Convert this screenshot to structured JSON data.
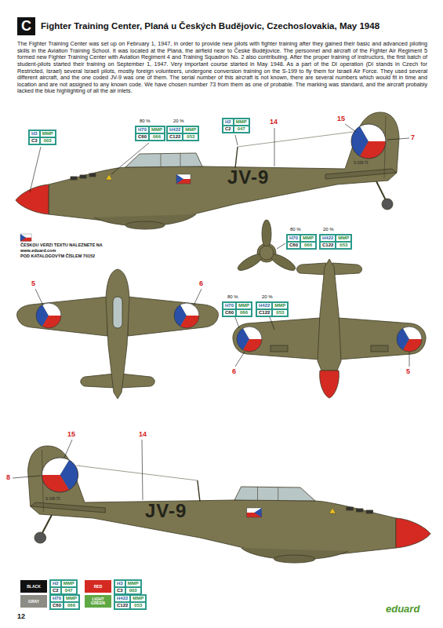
{
  "diagram": {
    "title": "Fighter Training Center, Planá u Českých Budějovic, Czechoslovakia, May 1948",
    "nodes": [
      {
        "text": [
          "C"
        ]
      },
      {
        "text": [
          "H3",
          "MMP",
          "C3",
          "003"
        ]
      },
      {
        "text": [
          "H2",
          "MMP",
          "C2",
          "047"
        ]
      },
      {
        "text": [
          "H70",
          "MMP",
          "C60",
          "066"
        ]
      },
      {
        "text": [
          "H422",
          "MMP",
          "C122",
          "053"
        ]
      },
      {
        "text": [
          "H70",
          "MMP",
          "C60",
          "066"
        ]
      },
      {
        "text": [
          "H422",
          "MMP",
          "C122",
          "053"
        ]
      },
      {
        "text": [
          "H70",
          "MMP",
          "C60",
          "066"
        ]
      },
      {
        "text": [
          "H422",
          "MMP",
          "C122",
          "053"
        ]
      },
      {
        "text": [
          "H2",
          "MMP",
          "C2",
          "047"
        ]
      },
      {
        "text": [
          "H3",
          "MMP",
          "C3",
          "003"
        ]
      },
      {
        "text": [
          "H70",
          "MMP",
          "C60",
          "066"
        ]
      },
      {
        "text": [
          "H422",
          "MMP",
          "C122",
          "053"
        ]
      }
    ],
    "labels": [
      "The Fighter Training Center was set up on February 1, 1947, in order to provide new pilots with fighter training after they gained their basic and advanced piloting skills in the Aviation Training School. It was located at the Planá, the airfield near to České Budějovice. The personnel and aircraft of the Fighter Air Regiment 5 formed new Fighter Training Center with Aviation Regiment 4 and Training Squadron No. 2 also contributing. After the proper training of instructors, the first batch of student-pilots started their training on September 1, 1947. Very important course started in May 1948. As a part of the DI operation (DI stands in Czech for Restricted, Israel) several Israeli pilots, mostly foreign volunteers, undergone conversion training on the S-199 to fly them for Israeli Air Force. They used several different aircraft, and the one coded JV-9 was one of them. The serial number of this aircraft is not known, there are several numbers which would fit in time and location and are not assigned to any known code. We have chosen number 73 from them as one of probable. The marking was standard, and the aircraft probably lacked the blue highlighting of all the air inlets.",
      "14",
      "15",
      "7",
      "80 %",
      "20 %",
      "JV-9",
      "S-199-73",
      "ČESKOU VERZI TEXTU NALEZNETE NA",
      "www.eduard.com",
      "POD KATALOGOVÝM ČÍSLEM 70152",
      "80 %",
      "20 %",
      "5",
      "6",
      "80 %",
      "20 %",
      "6",
      "5",
      "15",
      "14",
      "8",
      "S-199-73",
      "JV-9",
      "12",
      "eduard"
    ],
    "legend": [
      {
        "text": "BLACK",
        "color": "#111111"
      },
      {
        "text": "RED",
        "color": "#d42a22"
      },
      {
        "text": "GRAY",
        "color": "#8c8c84"
      },
      {
        "text": "LIGHT GREEN",
        "color": "#5fa844"
      }
    ]
  }
}
